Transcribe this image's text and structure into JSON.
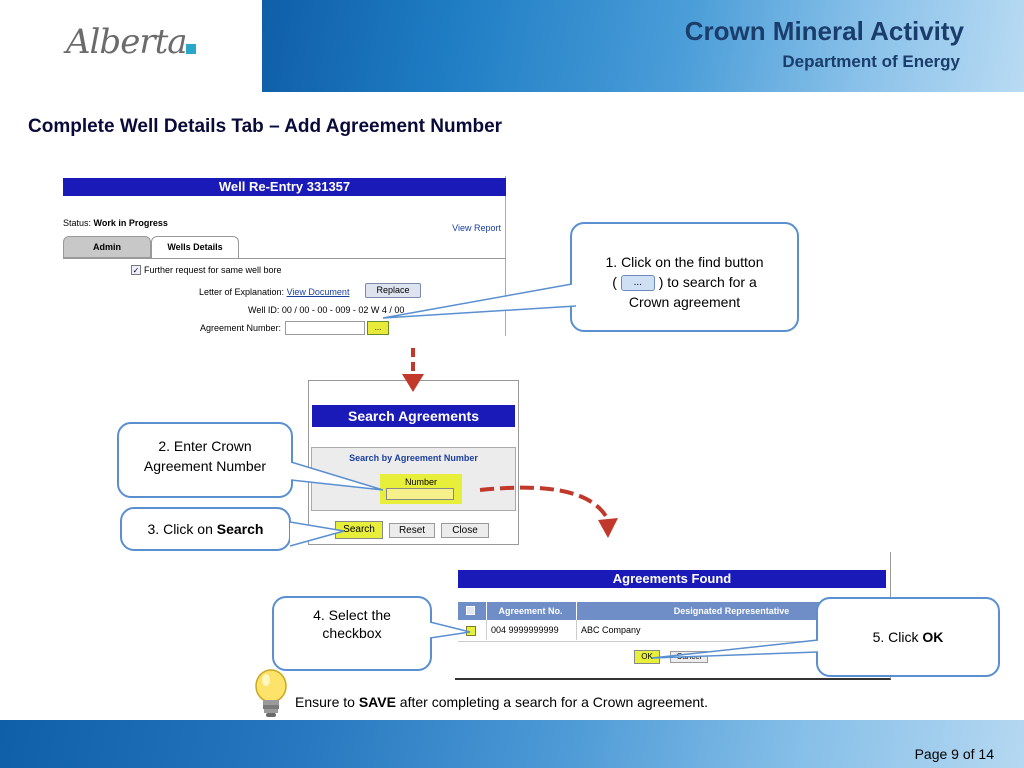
{
  "header": {
    "logo_text": "Alberta",
    "title": "Crown Mineral Activity",
    "subtitle": "Department of Energy"
  },
  "page_title": "Complete Well Details Tab – Add Agreement Number",
  "well_reentry": {
    "title": "Well Re-Entry 331357",
    "status_label": "Status:",
    "status_value": "Work in Progress",
    "view_report": "View Report",
    "tabs": [
      "Admin",
      "Wells Details"
    ],
    "further_request": "Further request for same well bore",
    "further_request_checked": true,
    "letter_label": "Letter of Explanation:",
    "letter_link": "View Document",
    "replace_button": "Replace",
    "well_id_label": "Well ID:",
    "well_id_value": "00 / 00 - 00 - 009 - 02 W 4 / 00",
    "agreement_label": "Agreement Number:",
    "agreement_value": "",
    "find_button": "..."
  },
  "callouts": {
    "c1_line1": "1. Click on the find button",
    "c1_open": "(",
    "c1_btn": "...",
    "c1_close": ") to search for a",
    "c1_line3": "Crown agreement",
    "c2_line1": "2. Enter  Crown",
    "c2_line2": "Agreement Number",
    "c3_text": "3. Click on ",
    "c3_bold": "Search",
    "c4_line1": "4. Select the",
    "c4_line2": "checkbox",
    "c5_text": "5. Click ",
    "c5_bold": "OK"
  },
  "search_agreements": {
    "title": "Search Agreements",
    "by_label": "Search by Agreement Number",
    "number_label": "Number",
    "number_value": "",
    "search_button": "Search",
    "reset_button": "Reset",
    "close_button": "Close"
  },
  "agreements_found": {
    "title": "Agreements Found",
    "columns": [
      "Agreement No.",
      "Designated Representative"
    ],
    "rows": [
      {
        "agreement_no": "004 9999999999",
        "representative": "ABC Company",
        "checked": false
      }
    ],
    "ok_button": "OK",
    "cancel_button": "Cancel"
  },
  "tip": {
    "prefix": "Ensure to ",
    "bold": "SAVE",
    "suffix": " after completing a search for a Crown agreement."
  },
  "footer": {
    "page_label": "Page 9 of 14"
  },
  "colors": {
    "title_bar": "#1a1ab8",
    "highlight": "#e8ef3a",
    "callout_border": "#5a8fd0",
    "arrow": "#c0392b"
  }
}
